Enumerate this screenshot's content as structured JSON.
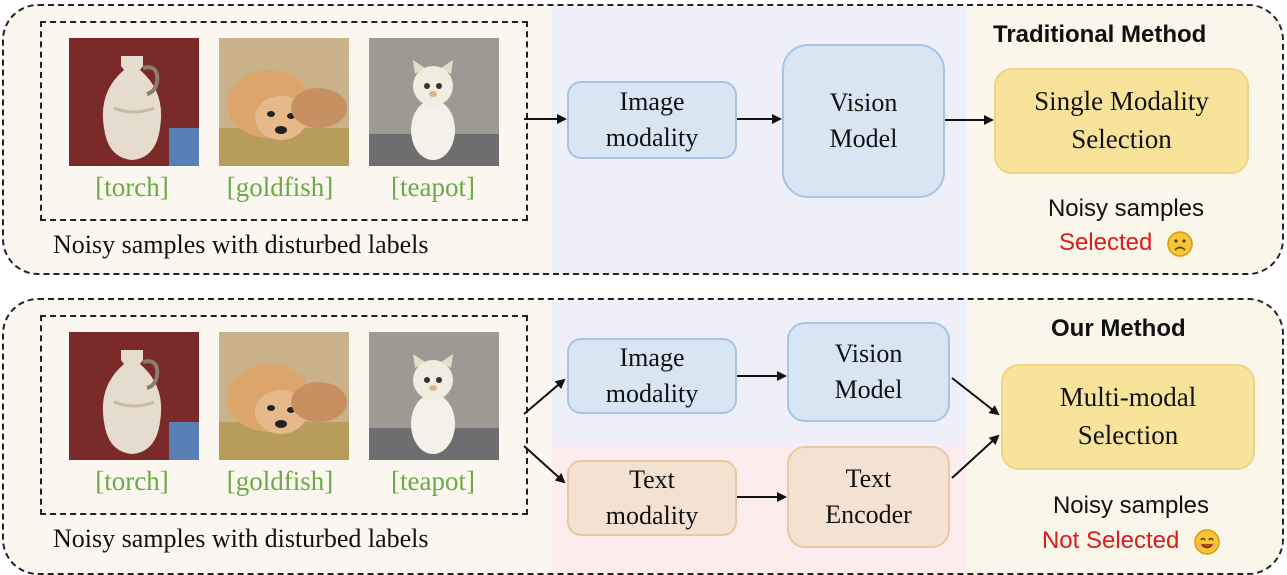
{
  "top": {
    "heading": "Traditional Method",
    "samples": [
      {
        "label": "[torch]",
        "image": "vase"
      },
      {
        "label": "[goldfish]",
        "image": "dog"
      },
      {
        "label": "[teapot]",
        "image": "cat"
      }
    ],
    "caption": "Noisy samples with disturbed labels",
    "image_node": "Image\nmodality",
    "model_node": "Vision\nModel",
    "selection_node": "Single Modality\nSelection",
    "noisy_text": "Noisy samples",
    "status_text": "Selected",
    "status_emoji": "sad-face"
  },
  "bottom": {
    "heading": "Our Method",
    "samples": [
      {
        "label": "[torch]",
        "image": "vase"
      },
      {
        "label": "[goldfish]",
        "image": "dog"
      },
      {
        "label": "[teapot]",
        "image": "cat"
      }
    ],
    "caption": "Noisy samples with disturbed labels",
    "image_node": "Image\nmodality",
    "model_node": "Vision\nModel",
    "text_node": "Text\nmodality",
    "encoder_node": "Text\nEncoder",
    "selection_node": "Multi-modal\nSelection",
    "noisy_text": "Noisy samples",
    "status_text": "Not Selected",
    "status_emoji": "smile-face"
  },
  "colors": {
    "label_green": "#6aaa46",
    "status_red": "#d91c1c",
    "node_blue": "#d8e5f3",
    "node_tan": "#f3e1d1",
    "node_gold": "#f8e39a"
  }
}
